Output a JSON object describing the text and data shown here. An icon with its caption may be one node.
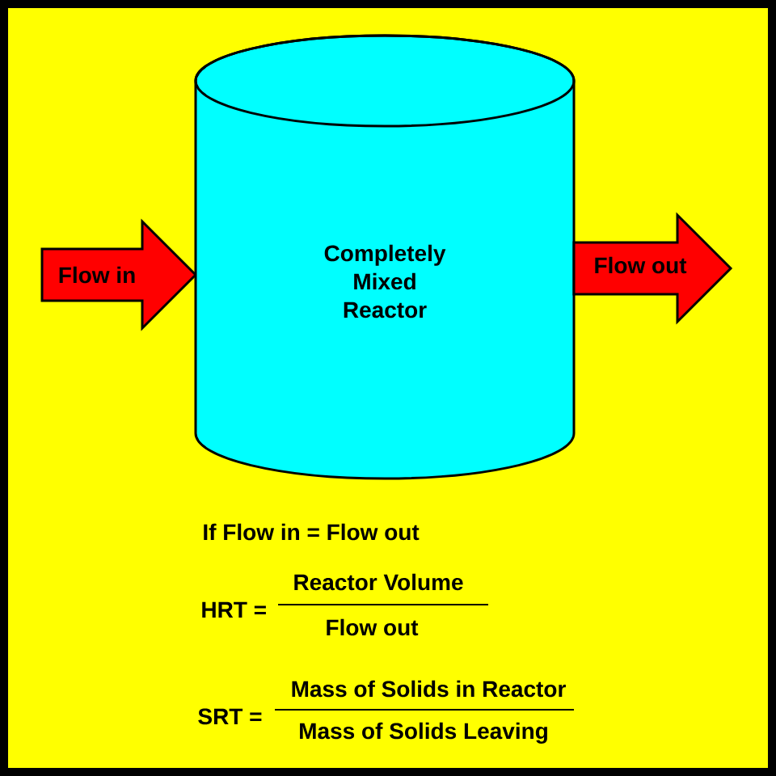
{
  "diagram": {
    "nodes": [
      {
        "text": [
          "Flow in"
        ]
      },
      {
        "text": [
          "Completely Mixed Reactor"
        ]
      },
      {
        "text": [
          "Flow out"
        ]
      }
    ],
    "labels": [
      "If Flow in = Flow out",
      "HRT =",
      "Reactor Volume",
      "Flow out",
      "SRT =",
      "Mass of Solids in Reactor",
      "Mass of Solids Leaving"
    ]
  }
}
